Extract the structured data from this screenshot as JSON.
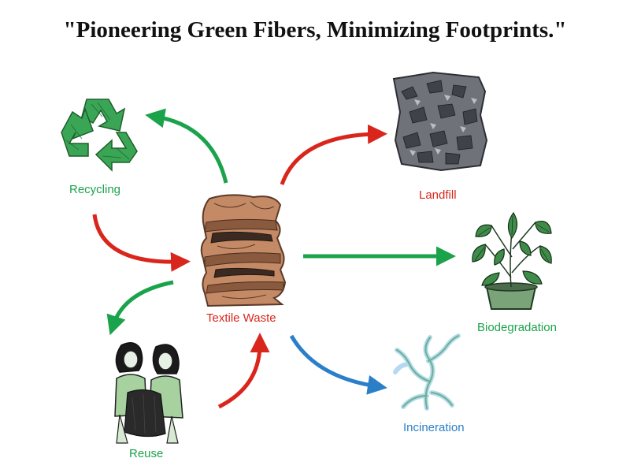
{
  "title": "\"Pioneering Green Fibers, Minimizing Footprints.\"",
  "colors": {
    "green": "#1aa34a",
    "red": "#d9261c",
    "blue": "#2b7fc8",
    "title": "#111111"
  },
  "center": {
    "label": "Textile Waste",
    "icon": "clothes-pile-icon"
  },
  "nodes": [
    {
      "id": "recycling",
      "label": "Recycling",
      "icon": "recycle-icon",
      "color": "#1aa34a"
    },
    {
      "id": "landfill",
      "label": "Landfill",
      "icon": "landfill-icon",
      "color": "#d9261c"
    },
    {
      "id": "biodegradation",
      "label": "Biodegradation",
      "icon": "plant-icon",
      "color": "#1aa34a"
    },
    {
      "id": "incineration",
      "label": "Incineration",
      "icon": "smoke-icon",
      "color": "#2b7fc8"
    },
    {
      "id": "reuse",
      "label": "Reuse",
      "icon": "people-sharing-clothes-icon",
      "color": "#1aa34a"
    }
  ],
  "flows": [
    {
      "from": "Textile Waste",
      "to": "Recycling",
      "color": "#1aa34a"
    },
    {
      "from": "Recycling",
      "to": "Textile Waste",
      "color": "#d9261c"
    },
    {
      "from": "Textile Waste",
      "to": "Landfill",
      "color": "#d9261c"
    },
    {
      "from": "Textile Waste",
      "to": "Biodegradation",
      "color": "#1aa34a"
    },
    {
      "from": "Textile Waste",
      "to": "Incineration",
      "color": "#2b7fc8"
    },
    {
      "from": "Textile Waste",
      "to": "Reuse",
      "color": "#1aa34a"
    },
    {
      "from": "Reuse",
      "to": "Textile Waste",
      "color": "#d9261c"
    }
  ]
}
